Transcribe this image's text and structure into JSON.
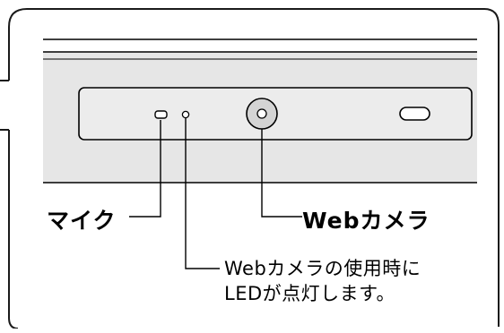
{
  "callouts": {
    "microphone": "マイク",
    "webcam": "Webカメラ",
    "led_note_line1": "Webカメラの使用時に",
    "led_note_line2": "LEDが点灯します。"
  },
  "colors": {
    "bezel": "#e6e6e6",
    "panel_fill": "#ececec",
    "outline": "#000000",
    "frame": "#1a1a1a",
    "background": "#ffffff"
  }
}
